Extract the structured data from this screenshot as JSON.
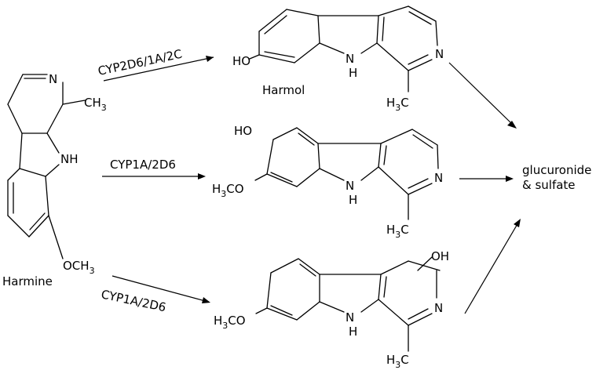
{
  "compounds": {
    "harmine": {
      "name": "Harmine",
      "atoms": {
        "n": "N",
        "nh": "NH",
        "ch3": "CH",
        "ch3_sub": "3",
        "och3": "OCH",
        "och3_sub": "3"
      }
    },
    "harmol": {
      "name": "Harmol",
      "atoms": {
        "ho": "HO",
        "n": "N",
        "nh_n": "N",
        "nh_h": "H",
        "h3c_h": "H",
        "h3c_sub": "3",
        "h3c_c": "C"
      }
    },
    "hydroxy6": {
      "atoms": {
        "ho": "HO",
        "h3co_h": "H",
        "h3co_sub": "3",
        "h3co_co": "CO",
        "n": "N",
        "nh_n": "N",
        "nh_h": "H",
        "h3c_h": "H",
        "h3c_sub": "3",
        "h3c_c": "C"
      }
    },
    "hydroxy_ring": {
      "atoms": {
        "oh": "OH",
        "h3co_h": "H",
        "h3co_sub": "3",
        "h3co_co": "CO",
        "n": "N",
        "nh_n": "N",
        "nh_h": "H",
        "h3c_h": "H",
        "h3c_sub": "3",
        "h3c_c": "C"
      }
    }
  },
  "enzymes": {
    "top": "CYP2D6/1A/2C",
    "middle": "CYP1A/2D6",
    "bottom": "CYP1A/2D6"
  },
  "product": {
    "line1": "glucuronide",
    "line2": "& sulfate"
  }
}
